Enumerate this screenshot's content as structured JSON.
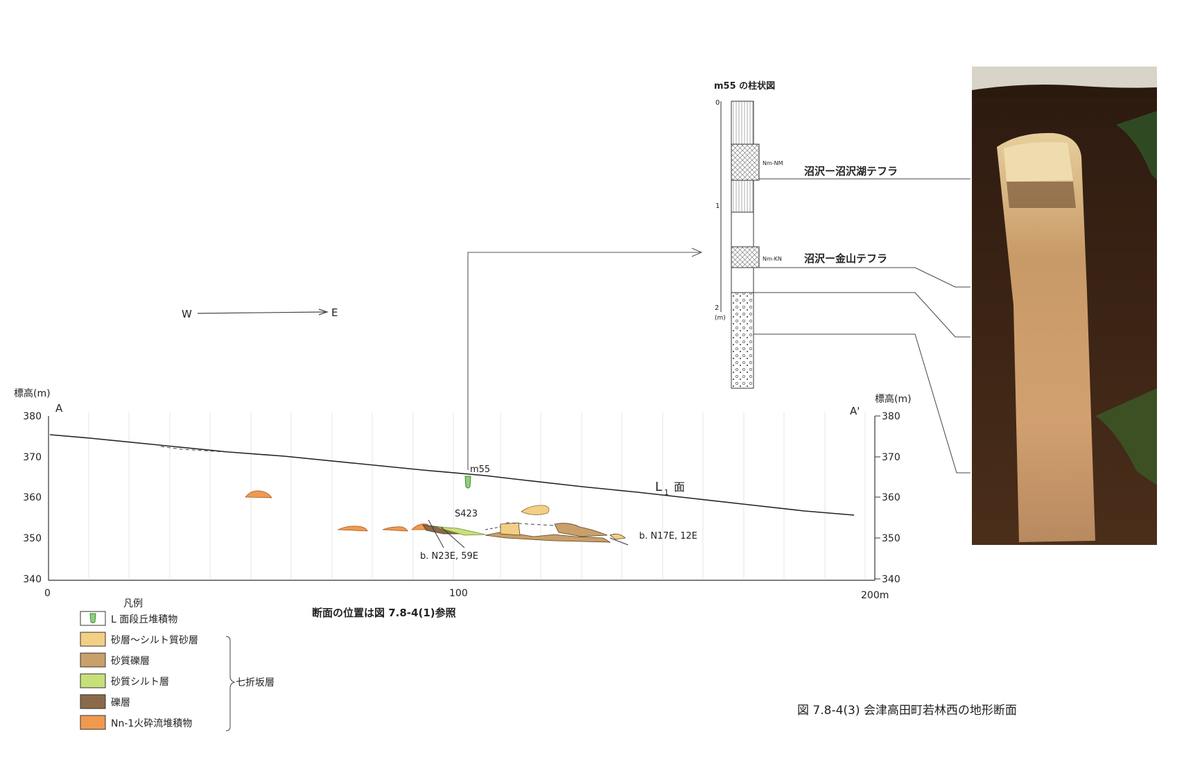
{
  "orientation": {
    "west": "W",
    "east": "E"
  },
  "section": {
    "left_axis_title": "標高(m)",
    "right_axis_title": "標高(m)",
    "end_left": "A",
    "end_right": "A'",
    "y_ticks": [
      "380",
      "370",
      "360",
      "350",
      "340"
    ],
    "x_ticks": [
      "0",
      "100",
      "200m"
    ],
    "surface_label_main": "L",
    "surface_label_sub": "1",
    "surface_label_suffix": "面",
    "borehole_label": "m55",
    "site_label": "S423",
    "bedding_1": "b. N23E, 59E",
    "bedding_2": "b. N17E, 12E",
    "location_note": "断面の位置は図 7.8-4(1)参照"
  },
  "column": {
    "title": "m55 の柱状図",
    "depth_ticks": [
      "0",
      "1",
      "2"
    ],
    "depth_unit": "(m)",
    "code_1": "Nm-NM",
    "code_2": "Nm-KN",
    "tephra_1": "沼沢ー沼沢湖テフラ",
    "tephra_2": "沼沢ー金山テフラ"
  },
  "legend": {
    "title": "凡例",
    "items": [
      {
        "label": "L 面段丘堆積物",
        "color": "#8fcf7a"
      },
      {
        "label": "砂層～シルト質砂層",
        "color": "#f3cf86"
      },
      {
        "label": "砂質礫層",
        "color": "#c9a06a"
      },
      {
        "label": "砂質シルト層",
        "color": "#c8e07a"
      },
      {
        "label": "礫層",
        "color": "#8a6a48"
      },
      {
        "label": "Nn-1火砕流堆積物",
        "color": "#f09a50"
      }
    ],
    "group_label": "七折坂層"
  },
  "caption": "図 7.8-4(3) 会津高田町若林西の地形断面",
  "colors": {
    "sand": "#f3cf86",
    "gravel": "#c9a06a",
    "silt": "#c8e07a",
    "pyroclastic": "#f09a50",
    "terrace": "#8fcf7a"
  }
}
